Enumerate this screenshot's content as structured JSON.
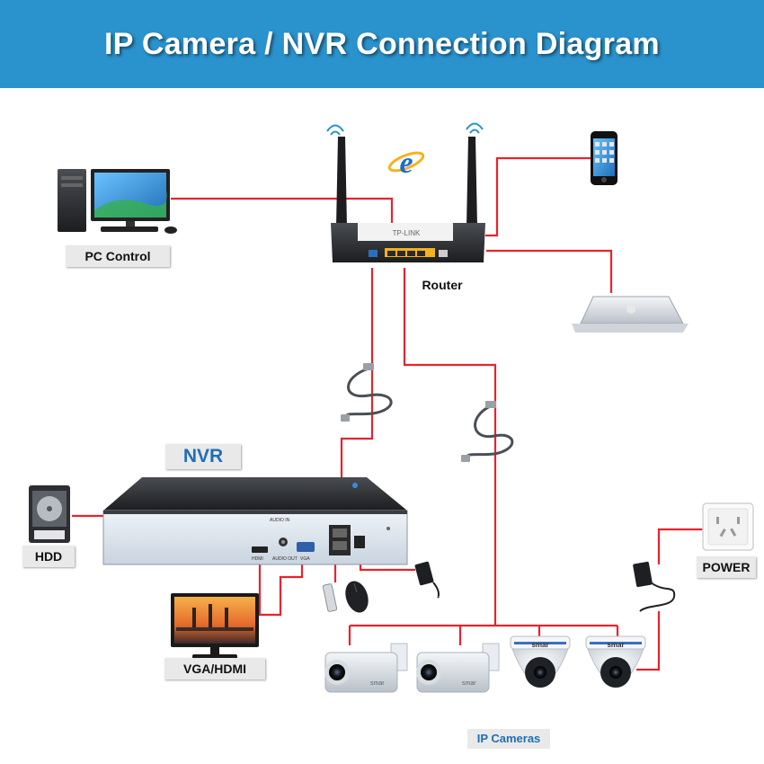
{
  "title": "IP Camera / NVR Connection Diagram",
  "colors": {
    "header": "#2a92cd",
    "wire": "#e8232c",
    "label_bg": "#e9e9e9",
    "nvr_text": "#1f6fb6"
  },
  "labels": {
    "pc_control": "PC Control",
    "router": "Router",
    "nvr": "NVR",
    "hdd": "HDD",
    "vga_hdmi": "VGA/HDMI",
    "power": "POWER",
    "ip_cameras": "IP Cameras"
  },
  "devices": {
    "camera_brand": "smar",
    "router_brand": "TP-LINK",
    "nvr_ports": [
      "HDMI",
      "AUDIO OUT",
      "VGA"
    ],
    "nvr_audio_in": "AUDIO IN"
  },
  "icons": [
    "ie-browser-icon",
    "wifi-icon",
    "smartphone-icon",
    "laptop-icon",
    "pc-icon",
    "hdd-icon",
    "monitor-icon",
    "mouse-icon",
    "usb-drive-icon",
    "power-adapter-icon",
    "wall-socket-icon",
    "bullet-camera-icon",
    "dome-camera-icon",
    "ethernet-cable-icon"
  ]
}
